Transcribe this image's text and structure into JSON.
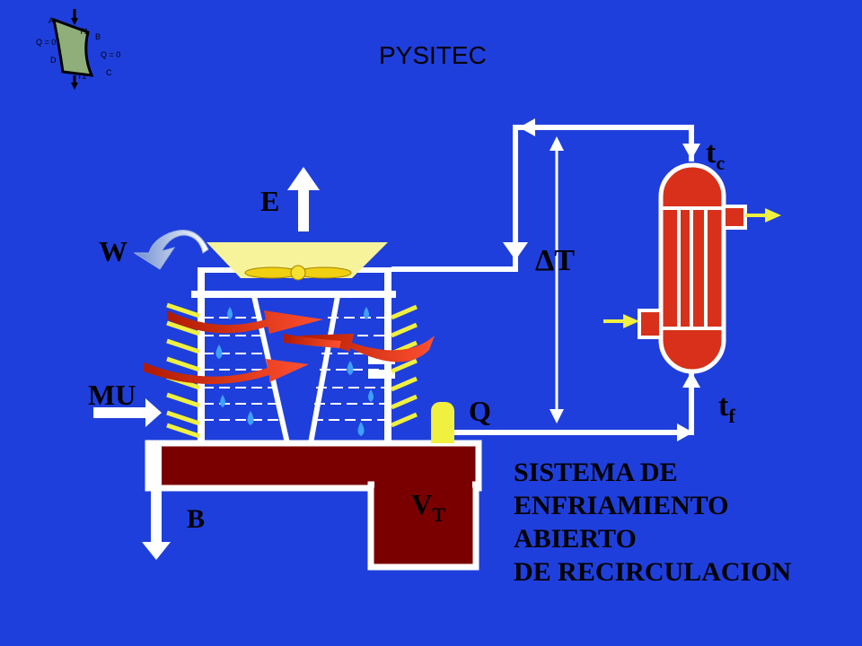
{
  "brand": "PYSITEC",
  "cycle_icon": {
    "corner_a": "A",
    "corner_b": "B",
    "corner_c": "C",
    "corner_d": "D",
    "q_left": "Q = 0",
    "q_right": "Q = 0",
    "t1": "T",
    "t1_sub": "1",
    "t2": "T",
    "t2_sub": "2"
  },
  "labels": {
    "E": "E",
    "W": "W",
    "MU": "MU",
    "B": "B",
    "Q": "Q",
    "VT_main": "V",
    "VT_sub": "T",
    "delta_T": "ΔT",
    "tc_main": "t",
    "tc_sub": "c",
    "tf_main": "t",
    "tf_sub": "f"
  },
  "caption": {
    "line1": "SISTEMA DE",
    "line2": "ENFRIAMIENTO",
    "line3": "ABIERTO",
    "line4": "DE RECIRCULACION"
  },
  "colors": {
    "background": "#1f3fdc",
    "basin": "#7a0000",
    "hot_stream": "#d8301a",
    "fill_slat": "#f0f040",
    "water": "#3fa0ff",
    "pipe": "#ffffff"
  }
}
